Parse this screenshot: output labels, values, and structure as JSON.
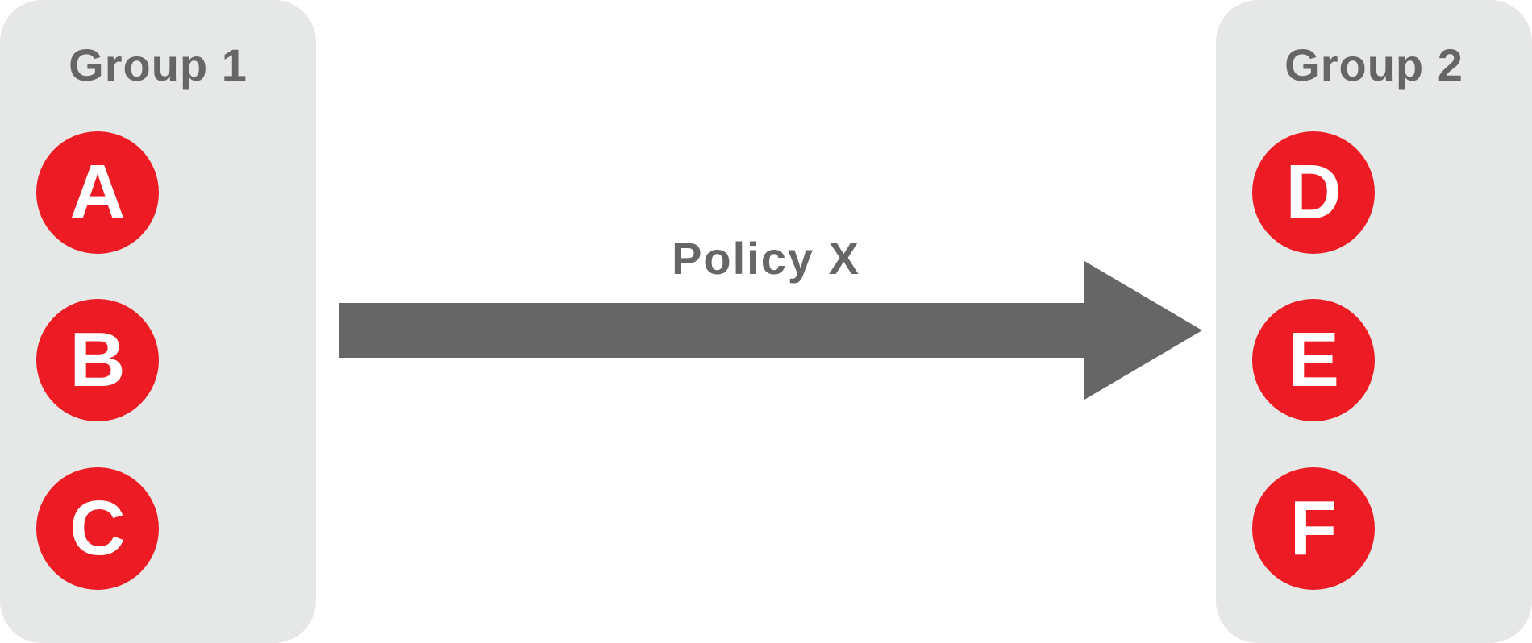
{
  "groups": [
    {
      "title": "Group 1",
      "nodes": [
        "A",
        "B",
        "C"
      ]
    },
    {
      "title": "Group 2",
      "nodes": [
        "D",
        "E",
        "F"
      ]
    }
  ],
  "arrow": {
    "label": "Policy X",
    "color": "#666666",
    "direction": "left-to-right"
  },
  "colors": {
    "panel": "#e6e7e7",
    "node": "#ed1c24",
    "node_text": "#ffffff",
    "title_text": "#666666"
  }
}
